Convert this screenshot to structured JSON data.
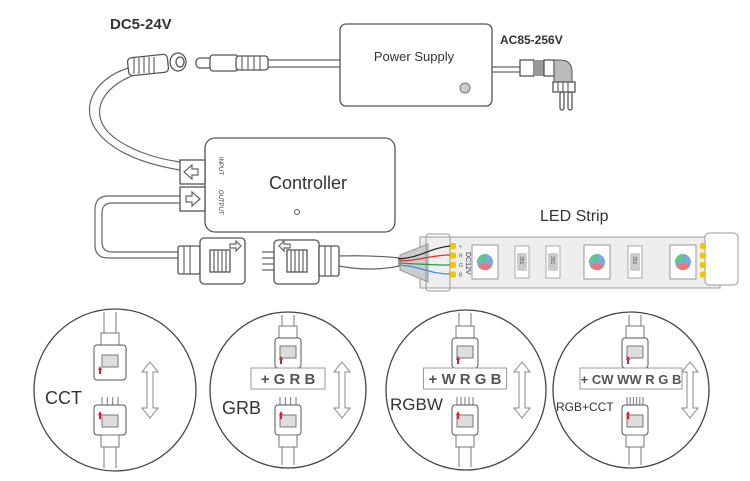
{
  "labels": {
    "dc_voltage": "DC5-24V",
    "ac_voltage": "AC85-256V",
    "power_supply": "Power Supply",
    "controller": "Controller",
    "input": "INPUT",
    "output": "OUTPUT",
    "led_strip": "LED Strip",
    "strip_voltage": "DC12V",
    "strip_pins": [
      "+",
      "R",
      "G",
      "B"
    ],
    "resistor_code": "351"
  },
  "detail_views": [
    {
      "label": "CCT",
      "pin_order": ""
    },
    {
      "label": "GRB",
      "pin_order": "+ G R B"
    },
    {
      "label": "RGBW",
      "pin_order": "+ W R G B"
    },
    {
      "label": "RGB+CCT",
      "pin_order": "+ CW WW R G B"
    }
  ],
  "colors": {
    "line": "#555555",
    "wire_red": "#e03030",
    "wire_green": "#2a9a4a",
    "wire_blue": "#3a8ee0",
    "pad": "#f5c400",
    "marker_red": "#e02020"
  }
}
